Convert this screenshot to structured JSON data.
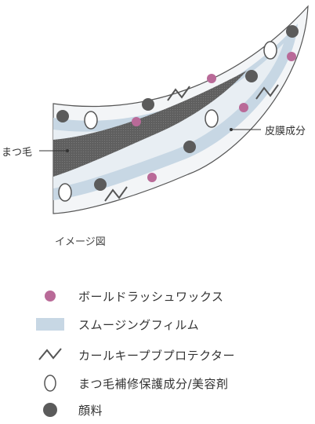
{
  "labels": {
    "eyelash": "まつ毛",
    "film": "皮膜成分",
    "caption": "イメージ図"
  },
  "colors": {
    "wax": "#b96a98",
    "film": "#c7d7e4",
    "pigment": "#5b5b5b",
    "lash": "#5f5f5f",
    "outline": "#555555"
  },
  "legend": [
    {
      "icon": "wax-dot-icon",
      "label": "ボールドラッシュワックス"
    },
    {
      "icon": "film-swatch-icon",
      "label": "スムージングフィルム"
    },
    {
      "icon": "zigzag-icon",
      "label": "カールキープブプロテクター"
    },
    {
      "icon": "oval-icon",
      "label": "まつ毛補修保護成分/美容剤"
    },
    {
      "icon": "pigment-dot-icon",
      "label": "顔料"
    }
  ]
}
